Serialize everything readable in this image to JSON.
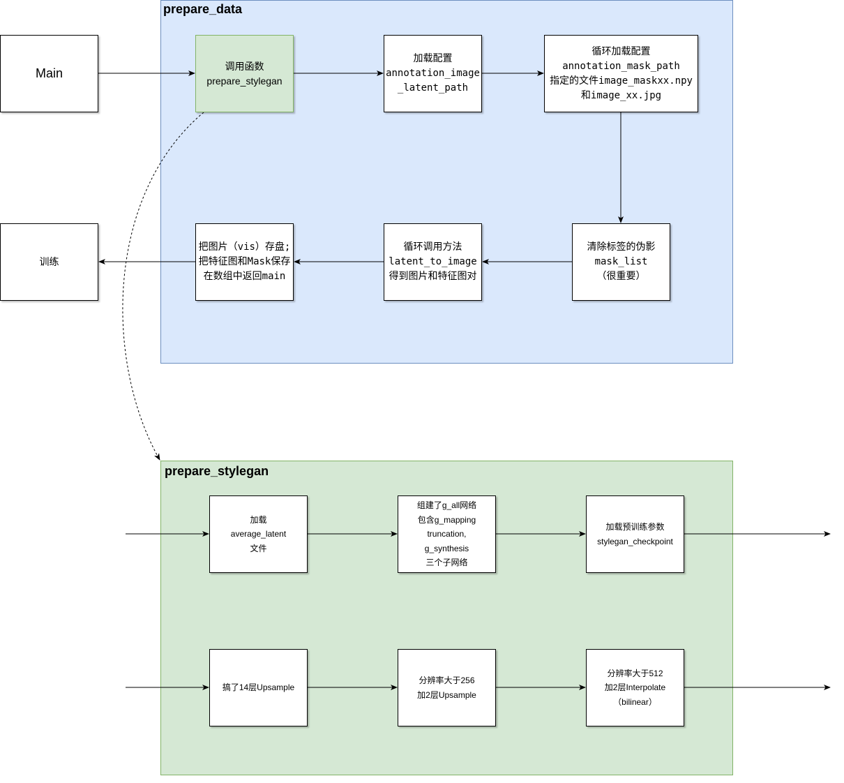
{
  "groups": {
    "prepare_data": {
      "title": "prepare_data"
    },
    "prepare_stylegan": {
      "title": "prepare_stylegan"
    }
  },
  "nodes": {
    "main": {
      "lines": [
        "Main"
      ]
    },
    "train": {
      "lines": [
        "训练"
      ]
    },
    "call_fn": {
      "lines": [
        "调用函数",
        "prepare_stylegan"
      ]
    },
    "load_cfg": {
      "lines": [
        "加载配置",
        "annotation_image",
        "_latent_path"
      ]
    },
    "loop_load": {
      "lines": [
        "循环加载配置",
        "annotation_mask_path",
        "指定的文件image_maskxx.npy",
        "和image_xx.jpg"
      ]
    },
    "clear_label": {
      "lines": [
        "清除标签的伪影",
        "mask_list",
        "（很重要）"
      ]
    },
    "loop_call": {
      "lines": [
        "循环调用方法",
        "latent_to_image",
        "得到图片和特征图对"
      ]
    },
    "save_img": {
      "lines": [
        "把图片（vis）存盘;",
        "把特征图和Mask保存",
        "在数组中返回main"
      ]
    },
    "load_avg": {
      "lines": [
        "加载",
        "average_latent",
        "文件"
      ]
    },
    "build_g": {
      "lines": [
        "组建了g_all网络",
        "包含g_mapping",
        "truncation,",
        "g_synthesis",
        "三个子网络"
      ]
    },
    "load_ckpt": {
      "lines": [
        "加载预训练参数",
        "stylegan_checkpoint"
      ]
    },
    "upsample14": {
      "lines": [
        "搞了14层Upsample"
      ]
    },
    "res256": {
      "lines": [
        "分辨率大于256",
        "加2层Upsample"
      ]
    },
    "res512": {
      "lines": [
        "分辨率大于512",
        "加2层Interpolate",
        "（bilinear）"
      ]
    }
  }
}
